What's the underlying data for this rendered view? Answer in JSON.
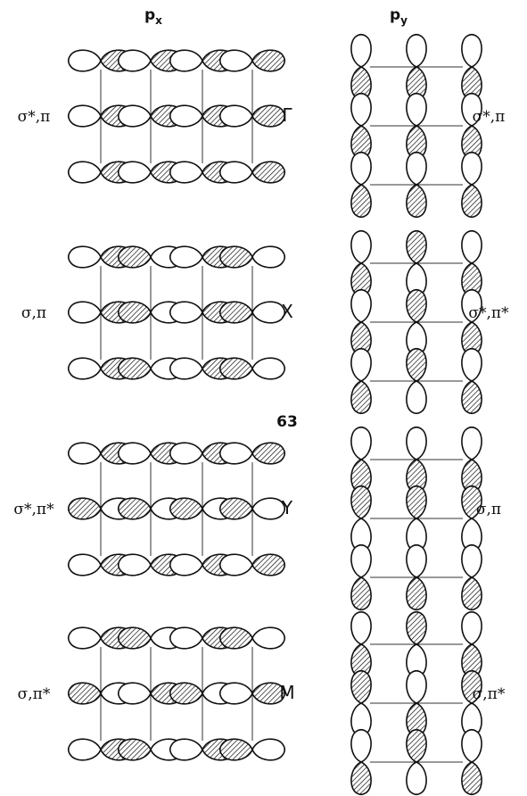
{
  "header": {
    "px": "p",
    "px_sub": "x",
    "py": "p",
    "py_sub": "y"
  },
  "center_number": "63",
  "orbital_hatch_color": "#111111",
  "rows": [
    {
      "kpoint": "Γ",
      "px_label": "σ*,π",
      "py_label": "σ*,π",
      "px_lobes": [
        [
          "O",
          "H",
          "O",
          "H",
          "O",
          "H",
          "O",
          "H"
        ],
        [
          "O",
          "H",
          "O",
          "H",
          "O",
          "H",
          "O",
          "H"
        ],
        [
          "O",
          "H",
          "O",
          "H",
          "O",
          "H",
          "O",
          "H"
        ]
      ],
      "py_lobes": [
        [
          "O",
          "H",
          "O",
          "H",
          "O",
          "H"
        ],
        [
          "O",
          "H",
          "O",
          "H",
          "O",
          "H"
        ],
        [
          "O",
          "H",
          "O",
          "H",
          "O",
          "H"
        ]
      ]
    },
    {
      "kpoint": "X",
      "px_label": "σ,π",
      "py_label": "σ*,π*",
      "px_lobes": [
        [
          "O",
          "H",
          "H",
          "O",
          "O",
          "H",
          "H",
          "O"
        ],
        [
          "O",
          "H",
          "H",
          "O",
          "O",
          "H",
          "H",
          "O"
        ],
        [
          "O",
          "H",
          "H",
          "O",
          "O",
          "H",
          "H",
          "O"
        ]
      ],
      "py_lobes": [
        [
          "O",
          "H",
          "O",
          "H",
          "O",
          "H"
        ],
        [
          "H",
          "O",
          "H",
          "O",
          "H",
          "O"
        ],
        [
          "O",
          "H",
          "O",
          "H",
          "O",
          "H"
        ]
      ]
    },
    {
      "kpoint": "Y",
      "px_label": "σ*,π*",
      "py_label": "σ,π",
      "px_lobes": [
        [
          "O",
          "H",
          "O",
          "H",
          "O",
          "H",
          "O",
          "H"
        ],
        [
          "H",
          "O",
          "H",
          "O",
          "H",
          "O",
          "H",
          "O"
        ],
        [
          "O",
          "H",
          "O",
          "H",
          "O",
          "H",
          "O",
          "H"
        ]
      ],
      "py_lobes": [
        [
          "O",
          "H",
          "H",
          "O",
          "O",
          "H"
        ],
        [
          "O",
          "H",
          "H",
          "O",
          "O",
          "H"
        ],
        [
          "O",
          "H",
          "H",
          "O",
          "O",
          "H"
        ]
      ]
    },
    {
      "kpoint": "M",
      "px_label": "σ,π*",
      "py_label": "σ,π*",
      "px_lobes": [
        [
          "O",
          "H",
          "H",
          "O",
          "O",
          "H",
          "H",
          "O"
        ],
        [
          "H",
          "O",
          "O",
          "H",
          "H",
          "O",
          "O",
          "H"
        ],
        [
          "O",
          "H",
          "H",
          "O",
          "O",
          "H",
          "H",
          "O"
        ]
      ],
      "py_lobes": [
        [
          "O",
          "H",
          "H",
          "O",
          "O",
          "H"
        ],
        [
          "H",
          "O",
          "O",
          "H",
          "H",
          "O"
        ],
        [
          "O",
          "H",
          "H",
          "O",
          "O",
          "H"
        ]
      ]
    }
  ]
}
